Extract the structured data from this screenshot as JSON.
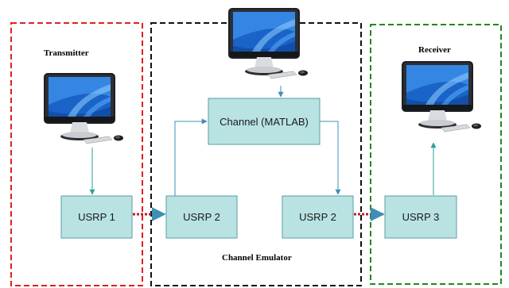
{
  "regions": {
    "transmitter": {
      "label": "Transmitter",
      "color": "#e02020"
    },
    "emulator": {
      "label": "Channel Emulator",
      "color": "#111111"
    },
    "receiver": {
      "label": "Receiver",
      "color": "#1f8a1f"
    }
  },
  "nodes": {
    "usrp_tx": "USRP 1",
    "usrp_emu_in": "USRP 2",
    "usrp_emu_out": "USRP 2",
    "usrp_rx": "USRP 3",
    "channel": "Channel (MATLAB)"
  },
  "icons": {
    "computer": "desktop-monitor-icon"
  },
  "colors": {
    "box_fill": "#b9e3e3",
    "box_stroke": "#5a9ea6",
    "connector": "#3d8fb5",
    "rf_link": "#b02030"
  }
}
